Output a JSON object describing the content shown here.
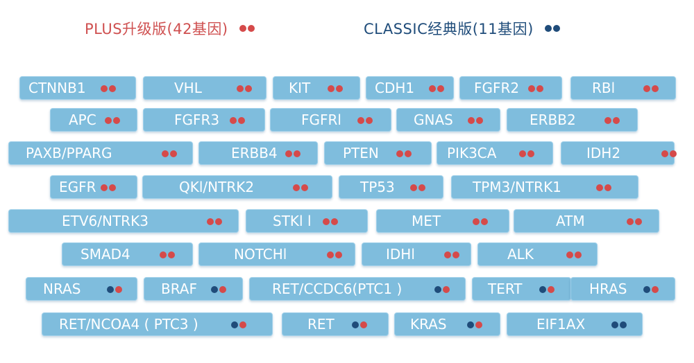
{
  "colors": {
    "plus_red": "#d54a4a",
    "classic_blue": "#1f4c7a",
    "tile_blue": "#7fbddd",
    "text_white": "#ffffff"
  },
  "legend": {
    "plus": "PLUS升级版(42基因)",
    "classic": "CLASSIC经典版(11基因)"
  },
  "rows": [
    [
      {
        "name": "CTNNB1",
        "dots": [
          "r",
          "r"
        ]
      },
      {
        "name": "VHL",
        "dots": [
          "r",
          "r"
        ]
      },
      {
        "name": "KIT",
        "dots": [
          "r",
          "r"
        ]
      },
      {
        "name": "CDH1",
        "dots": [
          "r",
          "r"
        ]
      },
      {
        "name": "FGFR2",
        "dots": [
          "r",
          "r"
        ]
      },
      {
        "name": "RBl",
        "dots": [
          "r",
          "r"
        ]
      }
    ],
    [
      {
        "name": "APC",
        "dots": [
          "r",
          "r"
        ]
      },
      {
        "name": "FGFR3",
        "dots": [
          "r",
          "r"
        ]
      },
      {
        "name": "FGFRl",
        "dots": [
          "r",
          "r"
        ]
      },
      {
        "name": "GNAS",
        "dots": [
          "r",
          "r"
        ]
      },
      {
        "name": "ERBB2",
        "dots": [
          "r",
          "r"
        ]
      }
    ],
    [
      {
        "name": "PAXB/PPARG",
        "dots": [
          "r",
          "r"
        ]
      },
      {
        "name": "ERBB4",
        "dots": [
          "r",
          "r"
        ]
      },
      {
        "name": "PTEN",
        "dots": [
          "r",
          "r"
        ]
      },
      {
        "name": "PIK3CA",
        "dots": [
          "r",
          "r"
        ]
      },
      {
        "name": "IDH2",
        "dots": [
          "r",
          "r"
        ]
      }
    ],
    [
      {
        "name": "EGFR",
        "dots": [
          "r",
          "r"
        ]
      },
      {
        "name": "QKl/NTRK2",
        "dots": [
          "r",
          "r"
        ]
      },
      {
        "name": "TP53",
        "dots": [
          "r",
          "r"
        ]
      },
      {
        "name": "TPM3/NTRK1",
        "dots": [
          "r",
          "r"
        ]
      }
    ],
    [
      {
        "name": "ETV6/NTRK3",
        "dots": [
          "r",
          "r"
        ]
      },
      {
        "name": "STKl l",
        "dots": [
          "r",
          "r"
        ]
      },
      {
        "name": "MET",
        "dots": [
          "r",
          "r"
        ]
      },
      {
        "name": "ATM",
        "dots": [
          "r",
          "r"
        ]
      }
    ],
    [
      {
        "name": "SMAD4",
        "dots": [
          "r",
          "r"
        ]
      },
      {
        "name": "NOTCHl",
        "dots": [
          "r",
          "r"
        ]
      },
      {
        "name": "IDHl",
        "dots": [
          "r",
          "r"
        ]
      },
      {
        "name": "ALK",
        "dots": [
          "r",
          "r"
        ]
      }
    ],
    [
      {
        "name": "NRAS",
        "dots": [
          "b",
          "r"
        ]
      },
      {
        "name": "BRAF",
        "dots": [
          "b",
          "r"
        ]
      },
      {
        "name": "RET/CCDC6(PTC1 )",
        "dots": [
          "b",
          "r"
        ]
      },
      {
        "name": "TERT",
        "dots": [
          "b",
          "r"
        ]
      },
      {
        "name": "HRAS",
        "dots": [
          "b",
          "r"
        ]
      }
    ],
    [
      {
        "name": "RET/NCOA4 ( PTC3 )",
        "dots": [
          "b",
          "r"
        ]
      },
      {
        "name": "RET",
        "dots": [
          "b",
          "r"
        ]
      },
      {
        "name": "KRAS",
        "dots": [
          "b",
          "r"
        ]
      },
      {
        "name": "EIF1AX",
        "dots": [
          "b",
          "b"
        ]
      }
    ]
  ]
}
